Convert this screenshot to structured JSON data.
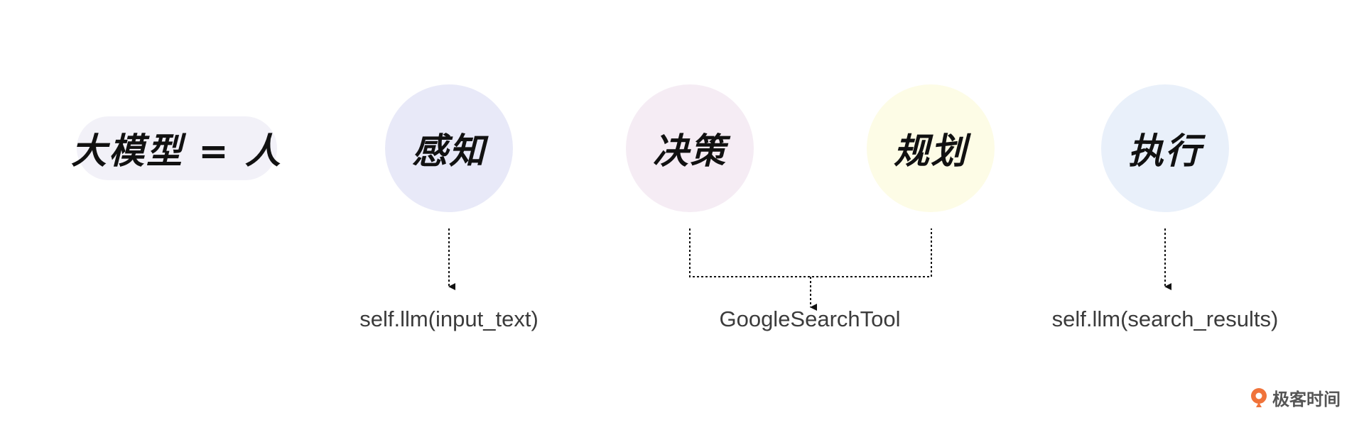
{
  "header": {
    "label": "大模型 = 人"
  },
  "stages": [
    {
      "label": "感知",
      "color": "#e8e9f8"
    },
    {
      "label": "决策",
      "color": "#f5ecf4"
    },
    {
      "label": "规划",
      "color": "#fdfce6"
    },
    {
      "label": "执行",
      "color": "#e9f0fa"
    }
  ],
  "outputs": [
    {
      "label": "self.llm(input_text)"
    },
    {
      "label": "GoogleSearchTool"
    },
    {
      "label": "self.llm(search_results)"
    }
  ],
  "watermark": {
    "text": "极客时间",
    "accent": "#f0733a"
  }
}
